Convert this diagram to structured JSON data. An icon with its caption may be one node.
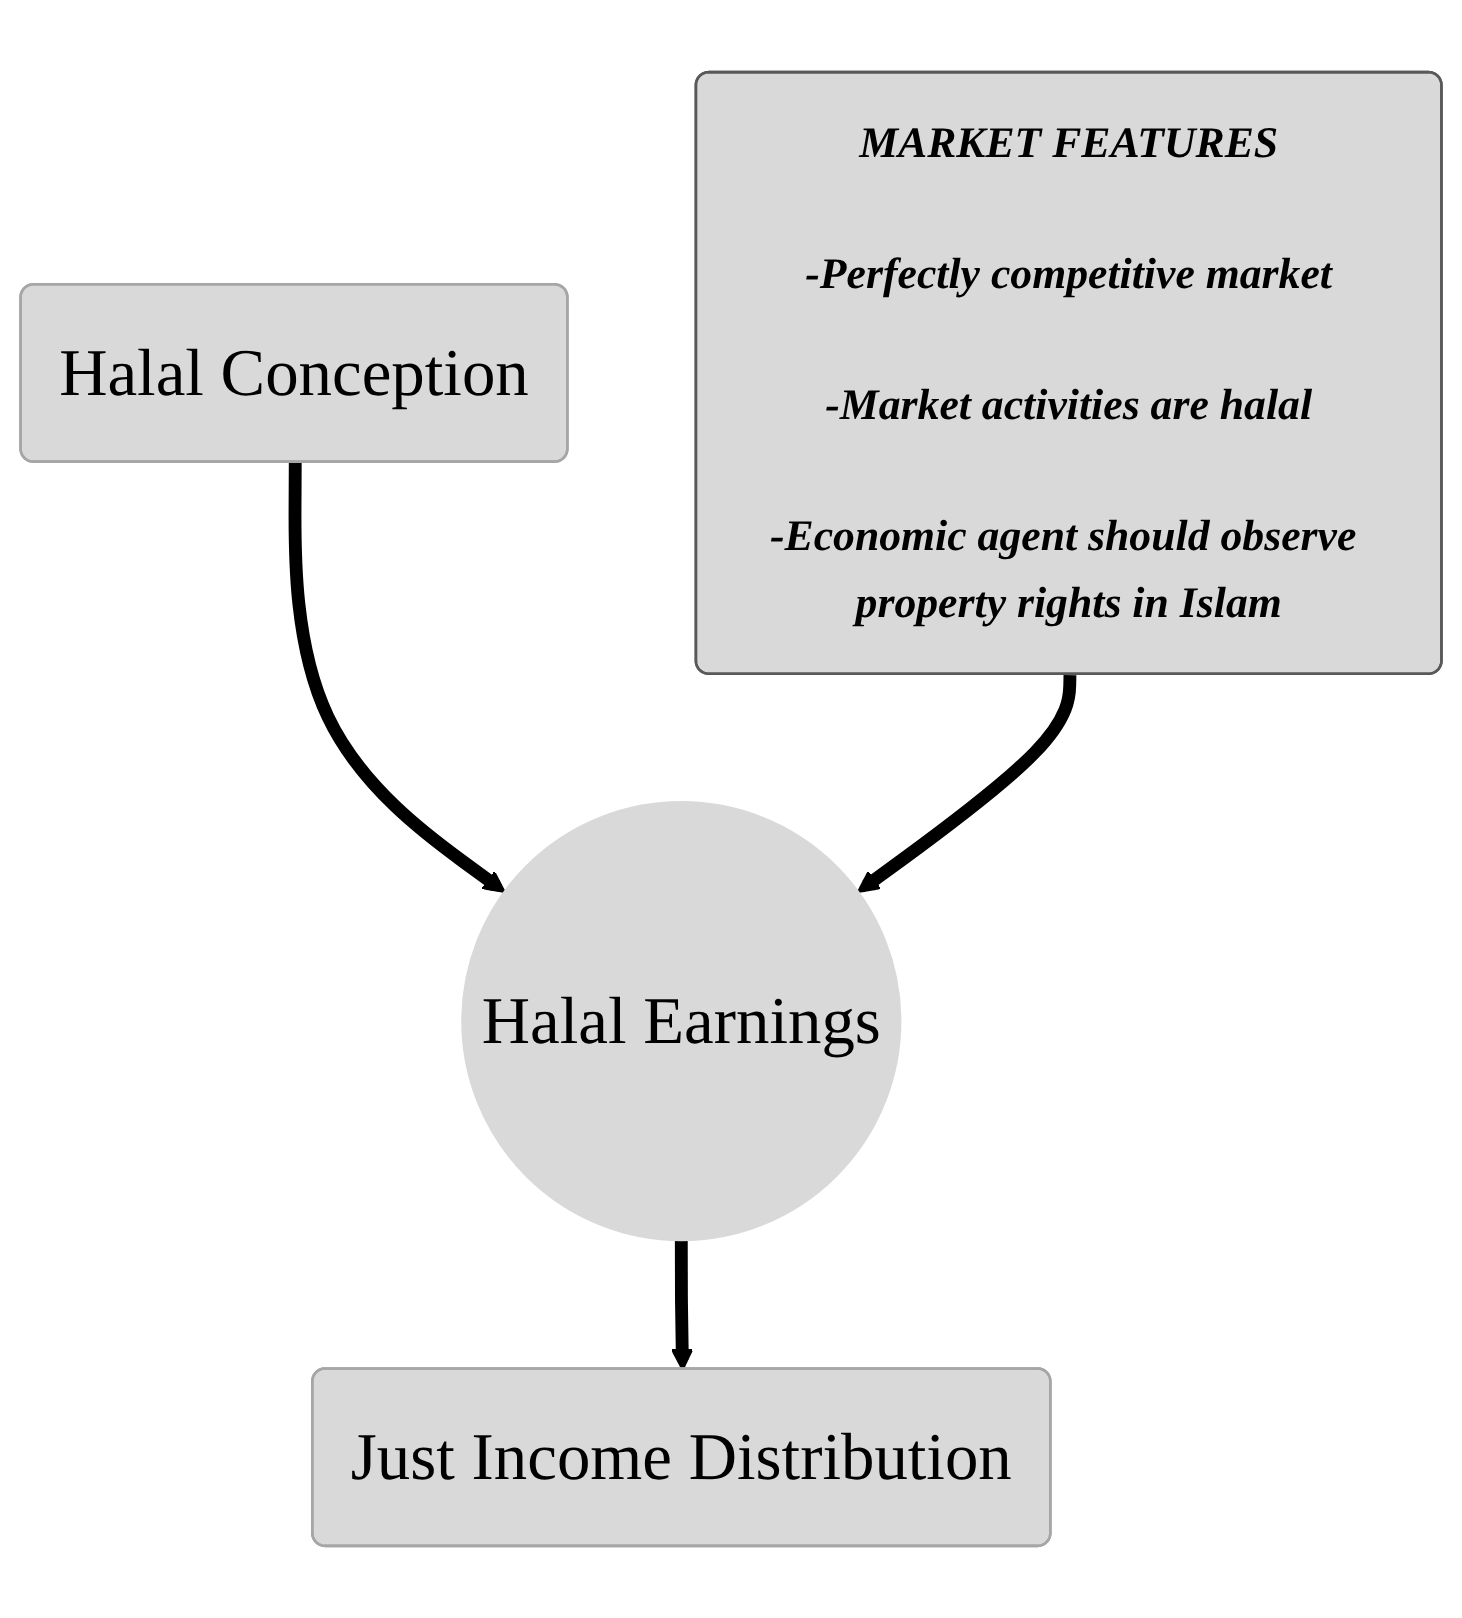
{
  "diagram": {
    "nodes": [
      {
        "text": [
          "Halal Conception"
        ]
      },
      {
        "text": [
          "Halal Earnings"
        ]
      },
      {
        "text": [
          "MARKET FEATURES",
          "-Perfectly competitive market",
          "-Market activities are halal",
          "-Economic agent should observe property rights in Islam"
        ]
      },
      {
        "text": [
          "Just Income Distribution"
        ]
      }
    ],
    "edges": [
      {
        "from": 0,
        "to": 1,
        "arrow": "to"
      },
      {
        "from": 2,
        "to": 1,
        "arrow": "to"
      },
      {
        "from": 1,
        "to": 3,
        "arrow": "to"
      }
    ]
  }
}
